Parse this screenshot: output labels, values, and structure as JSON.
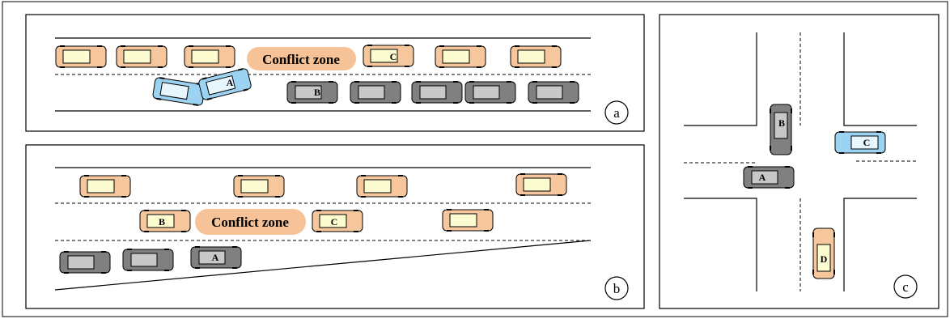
{
  "colors": {
    "orange_body": "#f6c79c",
    "orange_window": "#fdfbd0",
    "blue_body": "#9dd3f2",
    "blue_window": "#e7f6fd",
    "gray_body": "#808080",
    "gray_window": "#c8c8c8",
    "zone_fill": "#f5c397",
    "outline": "#000000"
  },
  "panels": {
    "a": {
      "label": "a"
    },
    "b": {
      "label": "b"
    },
    "c": {
      "label": "c"
    }
  },
  "zones": {
    "a": {
      "text": "Conflict zone"
    },
    "b": {
      "text": "Conflict zone"
    }
  },
  "vehicles": {
    "a_A": "A",
    "a_B": "B",
    "a_C": "C",
    "b_A": "A",
    "b_B": "B",
    "b_C": "C",
    "c_A": "A",
    "c_B": "B",
    "c_C": "C",
    "c_D": "D"
  }
}
